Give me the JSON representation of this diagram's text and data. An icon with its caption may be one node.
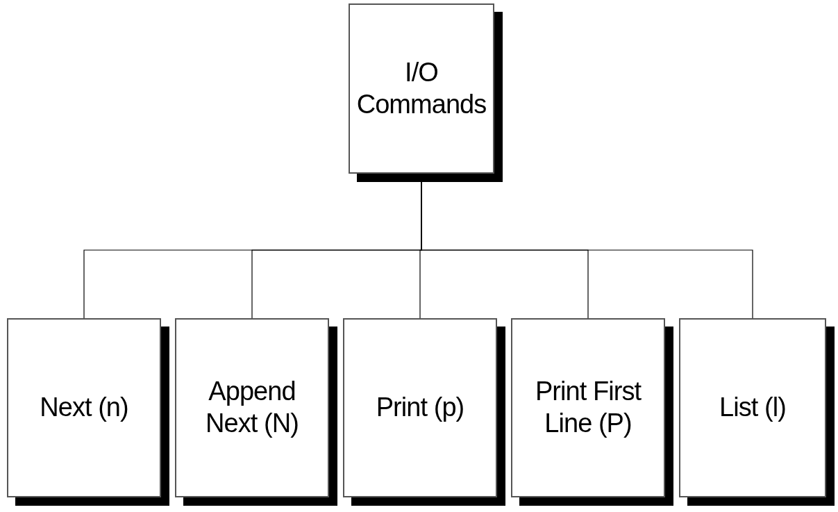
{
  "diagram": {
    "nodes": [
      {
        "text": [
          "I/O Commands"
        ]
      },
      {
        "text": [
          "Next (n)"
        ]
      },
      {
        "text": [
          "Append Next (N)"
        ]
      },
      {
        "text": [
          "Print (p)"
        ]
      },
      {
        "text": [
          "Print First Line (P)"
        ]
      },
      {
        "text": [
          "List (l)"
        ]
      }
    ],
    "edges": [
      {
        "from": 0,
        "to": 1,
        "arrow": "none"
      },
      {
        "from": 0,
        "to": 2,
        "arrow": "none"
      },
      {
        "from": 0,
        "to": 3,
        "arrow": "none"
      },
      {
        "from": 0,
        "to": 4,
        "arrow": "none"
      },
      {
        "from": 0,
        "to": 5,
        "arrow": "none"
      }
    ]
  }
}
